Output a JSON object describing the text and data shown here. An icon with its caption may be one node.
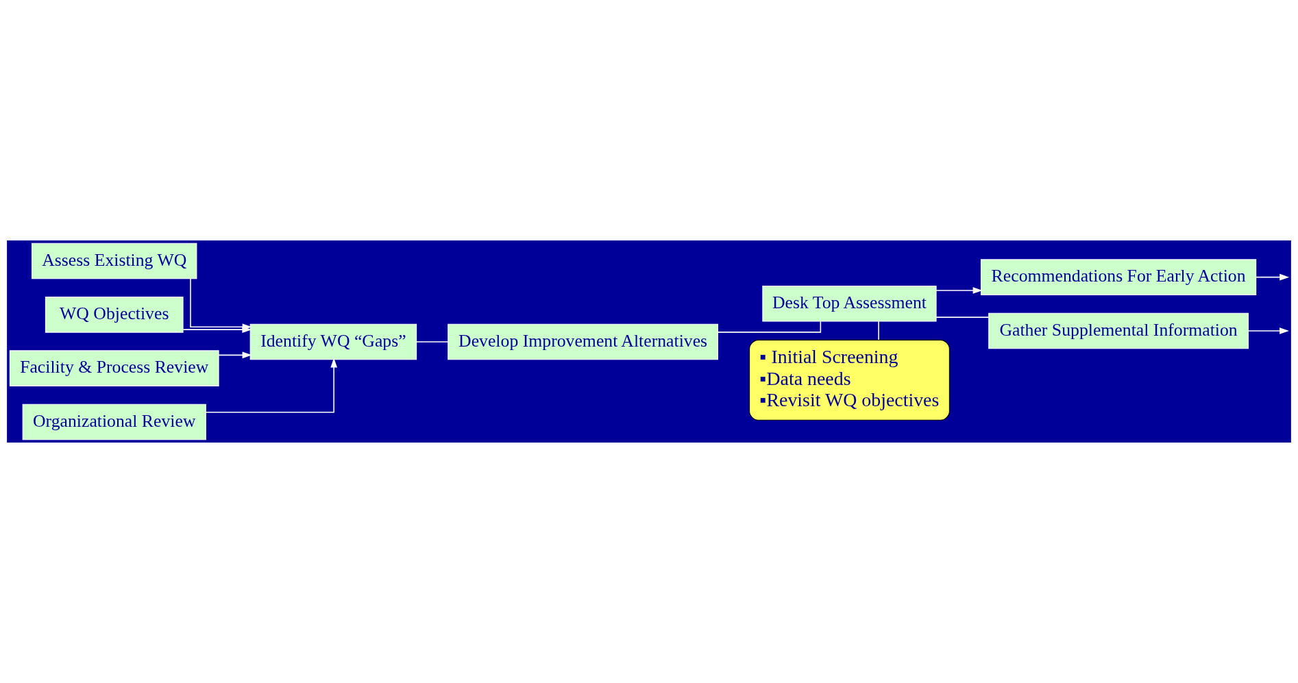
{
  "diagram": {
    "nodes": [
      {
        "text": [
          "Assess Existing WQ"
        ]
      },
      {
        "text": [
          "WQ Objectives"
        ]
      },
      {
        "text": [
          "Facility & Process Review"
        ]
      },
      {
        "text": [
          "Organizational Review"
        ]
      },
      {
        "text": [
          "Identify WQ “Gaps”"
        ]
      },
      {
        "text": [
          "Develop Improvement Alternatives"
        ]
      },
      {
        "text": [
          "Desk Top Assessment"
        ]
      },
      {
        "text": [
          "Recommendations For Early Action"
        ]
      },
      {
        "text": [
          "Gather Supplemental Information"
        ]
      },
      {
        "text": [
          "▪ Initial Screening",
          "▪Data needs",
          "▪Revisit WQ objectives"
        ]
      }
    ],
    "edges": [
      {
        "from": 0,
        "to": 4,
        "arrow": "to"
      },
      {
        "from": 1,
        "to": 4,
        "arrow": "to"
      },
      {
        "from": 2,
        "to": 4,
        "arrow": "to"
      },
      {
        "from": 3,
        "to": 4,
        "arrow": "to"
      },
      {
        "from": 4,
        "to": 5,
        "arrow": "none"
      },
      {
        "from": 5,
        "to": 6,
        "arrow": "none"
      },
      {
        "from": 6,
        "to": 7,
        "arrow": "to"
      },
      {
        "from": 6,
        "to": 8,
        "arrow": "none"
      },
      {
        "from": 7,
        "to": null,
        "arrow": "to"
      },
      {
        "from": 8,
        "to": null,
        "arrow": "to"
      },
      {
        "from": 9,
        "to": 6,
        "arrow": "none"
      }
    ]
  }
}
